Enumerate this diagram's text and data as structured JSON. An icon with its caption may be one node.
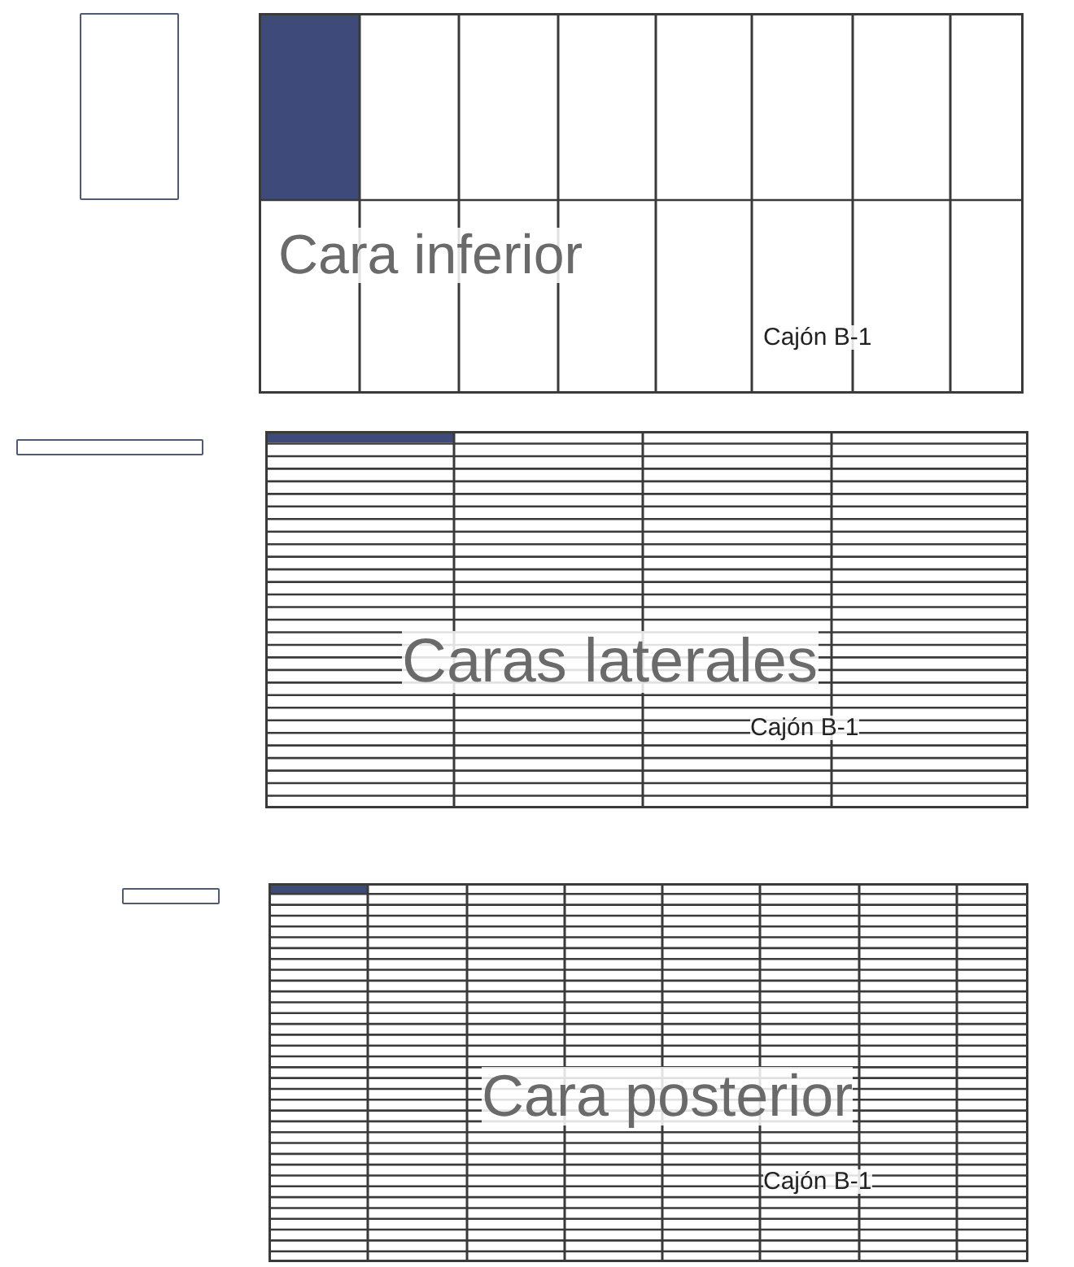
{
  "diagram": {
    "nodes": [
      {
        "text": [],
        "shape": "box"
      },
      {
        "text": [
          "Cara inferior",
          "Cajón B-1"
        ]
      },
      {
        "text": [],
        "shape": "box"
      },
      {
        "text": [
          "Caras laterales",
          "Cajón B-1"
        ]
      },
      {
        "text": [],
        "shape": "box"
      },
      {
        "text": [
          "Cara posterior",
          "Cajón B-1"
        ]
      }
    ]
  }
}
